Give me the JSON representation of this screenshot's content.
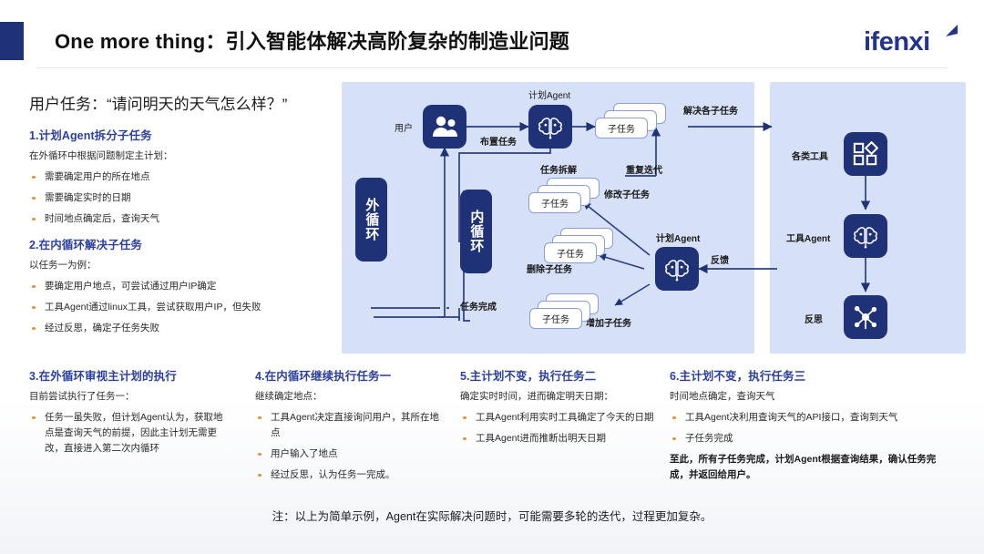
{
  "header": {
    "title": "One more thing：引入智能体解决高阶复杂的制造业问题",
    "logo_text": "ifenxi",
    "accent_color": "#1f3278"
  },
  "task_title": "用户任务：“请问明天的天气怎么样？”",
  "sections": [
    {
      "heading": "1.计划Agent拆分子任务",
      "sub": "在外循环中根据问题制定主计划：",
      "bullets": [
        "需要确定用户的所在地点",
        "需要确定实时的日期",
        "时间地点确定后，查询天气"
      ],
      "footer": ""
    },
    {
      "heading": "2.在内循环解决子任务",
      "sub": "以任务一为例：",
      "bullets": [
        "要确定用户地点，可尝试通过用户IP确定",
        "工具Agent通过linux工具，尝试获取用户IP，但失败",
        "经过反思，确定子任务失败"
      ],
      "footer": ""
    },
    {
      "heading": "3.在外循环审视主计划的执行",
      "sub": "目前尝试执行了任务一：",
      "bullets": [
        "任务一虽失败，但计划Agent认为，获取地点是查询天气的前提，因此主计划无需更改，直接进入第二次内循环"
      ],
      "footer": ""
    },
    {
      "heading": "4.在内循环继续执行任务一",
      "sub": "继续确定地点：",
      "bullets": [
        "工具Agent决定直接询问用户，其所在地点",
        "用户输入了地点",
        "经过反思，认为任务一完成。"
      ],
      "footer": ""
    },
    {
      "heading": "5.主计划不变，执行任务二",
      "sub": "确定实时时间，进而确定明天日期：",
      "bullets": [
        "工具Agent利用实时工具确定了今天的日期",
        "工具Agent进而推断出明天日期"
      ],
      "footer": ""
    },
    {
      "heading": "6.主计划不变，执行任务三",
      "sub": "时间地点确定，查询天气",
      "bullets": [
        "工具Agent决利用查询天气的API接口，查询到天气",
        "子任务完成"
      ],
      "footer": "至此，所有子任务完成，计划Agent根据查询结果，确认任务完成，并返回给用户。"
    }
  ],
  "diagram": {
    "outer_loop_badge": "外循环",
    "inner_loop_badge": "内循环",
    "nodes": {
      "user": "用户",
      "plan_agent_top": "计划Agent",
      "plan_agent_bottom": "计划Agent",
      "tools": "各类工具",
      "tool_agent": "工具Agent",
      "reflect": "反思"
    },
    "cards": {
      "subtask_main": "子任务",
      "subtask_modify": "子任务",
      "subtask_delete": "子任务",
      "subtask_add": "子任务"
    },
    "edges": {
      "assign_task": "布置任务",
      "task_split": "任务拆解",
      "solve_each": "解决各子任务",
      "repeat_iterate": "重复迭代",
      "modify_subtask": "修改子任务",
      "delete_subtask": "删除子任务",
      "add_subtask": "增加子任务",
      "feedback": "反馈",
      "task_done": "任务完成"
    },
    "panel_color": "#d6e0f7",
    "node_color": "#1f3278"
  },
  "note": "注：以上为简单示例，Agent在实际解决问题时，可能需要多轮的迭代，过程更加复杂。"
}
